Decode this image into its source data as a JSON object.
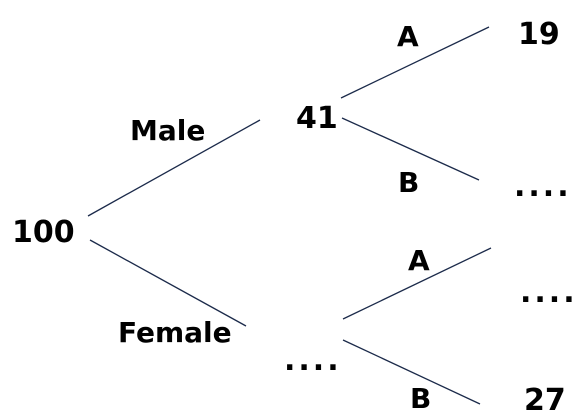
{
  "tree": {
    "root": "100",
    "branch_labels": {
      "male": "Male",
      "female": "Female",
      "male_a": "A",
      "male_b": "B",
      "female_a": "A",
      "female_b": "B"
    },
    "nodes": {
      "male_total": "41",
      "female_total": "....",
      "male_a": "19",
      "male_b": "....",
      "female_a": "....",
      "female_b": "27"
    },
    "line_color": "#1b2a4a"
  }
}
